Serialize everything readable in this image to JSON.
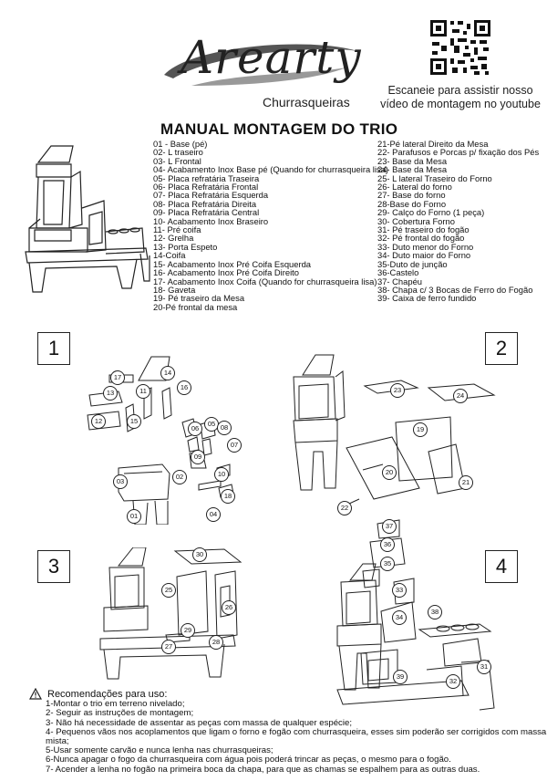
{
  "brand": {
    "name": "Arearty",
    "subtitle": "Churrasqueiras"
  },
  "qr_caption": [
    "Escaneie para assistir nosso",
    "vídeo de montagem no youtube"
  ],
  "title": "MANUAL MONTAGEM DO TRIO",
  "parts_left": [
    "01 - Base (pé)",
    "02- L traseiro",
    "03- L Frontal",
    "04- Acabamento Inox Base pé (Quando for churrasqueira lisa)",
    "05- Placa refratária Traseira",
    "06- Placa Refratária Frontal",
    "07- Placa Refratária Esquerda",
    "08- Placa Refratária Direita",
    "09- Placa Refratária Central",
    "10- Acabamento Inox Braseiro",
    "11- Pré coifa",
    "12- Grelha",
    "13- Porta Espeto",
    "14-Coifa",
    "15- Acabamento Inox Pré Coifa Esquerda",
    "16- Acabamento Inox Pré Coifa Direito",
    "17- Acabamento Inox Coifa (Quando for churrasqueira lisa)",
    "18- Gaveta",
    "19- Pé traseiro da Mesa",
    "20-Pé frontal da mesa"
  ],
  "parts_right": [
    "21-Pé lateral Direito da Mesa",
    "22- Parafusos e Porcas p/ fixação dos Pés",
    "23- Base  da Mesa",
    "24- Base  da Mesa",
    "25- L lateral Traseiro do Forno",
    "26- Lateral do forno",
    "27- Base do forno",
    "28-Base do Forno",
    "29- Calço do Forno (1 peça)",
    "30- Cobertura Forno",
    "31- Pé traseiro do fogão",
    "32- Pé frontal do fogão",
    "33- Duto menor do Forno",
    "34- Duto maior do Forno",
    "35-Duto de junção",
    "36-Castelo",
    "37- Chapéu",
    "38- Chapa c/ 3 Bocas de Ferro do Fogão",
    "39- Caixa de ferro fundido"
  ],
  "steps": [
    "1",
    "2",
    "3",
    "4"
  ],
  "recommendations": {
    "title": "Recomendações para uso:",
    "items": [
      "1-Montar o trio em terreno nivelado;",
      "2- Seguir as instruções de montagem;",
      "3- Não há necessidade de assentar as peças com massa de qualquer espécie;",
      "4- Pequenos vãos nos acoplamentos que ligam o forno e fogão com churrasqueira, esses sim poderão ser corrigidos com massa mista;",
      "5-Usar somente carvão e nunca lenha nas churrasqueiras;",
      "6-Nunca apagar o fogo da churrasqueira com água pois poderá trincar as peças, o mesmo para o fogão.",
      "7- Acender a lenha no fogão na primeira boca da chapa, para que as chamas se espalhem para as outras duas."
    ]
  },
  "callouts": {
    "s1": [
      "14",
      "17",
      "13",
      "11",
      "16",
      "12",
      "15",
      "06",
      "09",
      "05",
      "08",
      "07",
      "10",
      "03",
      "02",
      "01",
      "18",
      "04"
    ],
    "s2": [
      "23",
      "24",
      "19",
      "20",
      "21",
      "22"
    ],
    "s3": [
      "30",
      "25",
      "26",
      "29",
      "27",
      "28"
    ],
    "s4": [
      "37",
      "36",
      "35",
      "33",
      "34",
      "38",
      "31",
      "39",
      "32"
    ]
  }
}
